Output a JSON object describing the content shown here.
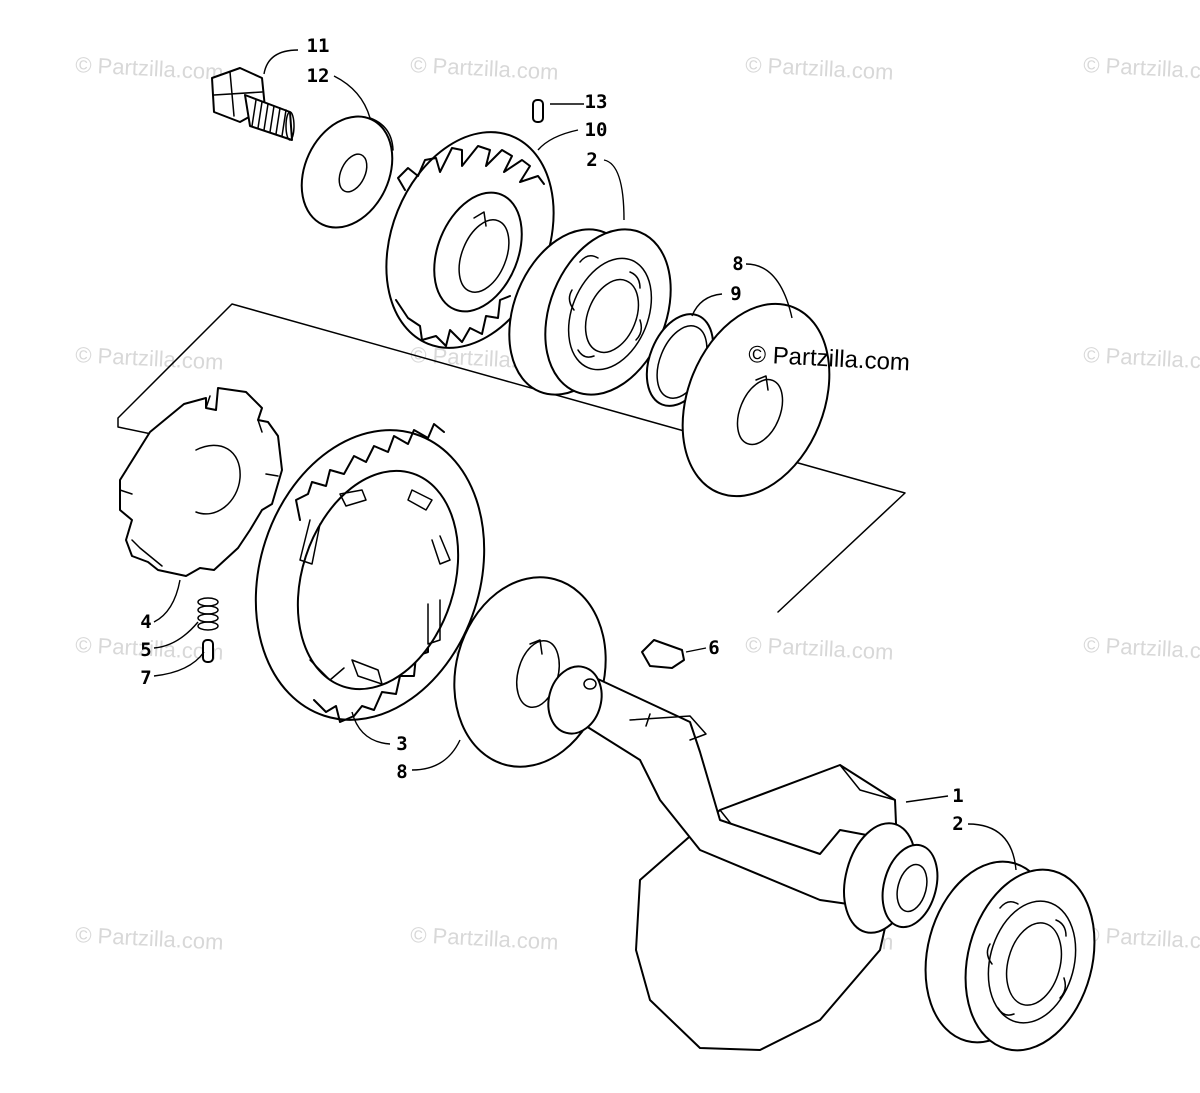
{
  "diagram": {
    "watermark_text": "© Partzilla.com",
    "main_watermark_text": "© Partzilla.com",
    "callouts": {
      "c11": "11",
      "c12": "12",
      "c13": "13",
      "c10": "10",
      "c2_top": "2",
      "c8_top": "8",
      "c9": "9",
      "c4": "4",
      "c5": "5",
      "c7": "7",
      "c6": "6",
      "c3": "3",
      "c8_bottom": "8",
      "c1": "1",
      "c2_bottom": "2"
    }
  }
}
